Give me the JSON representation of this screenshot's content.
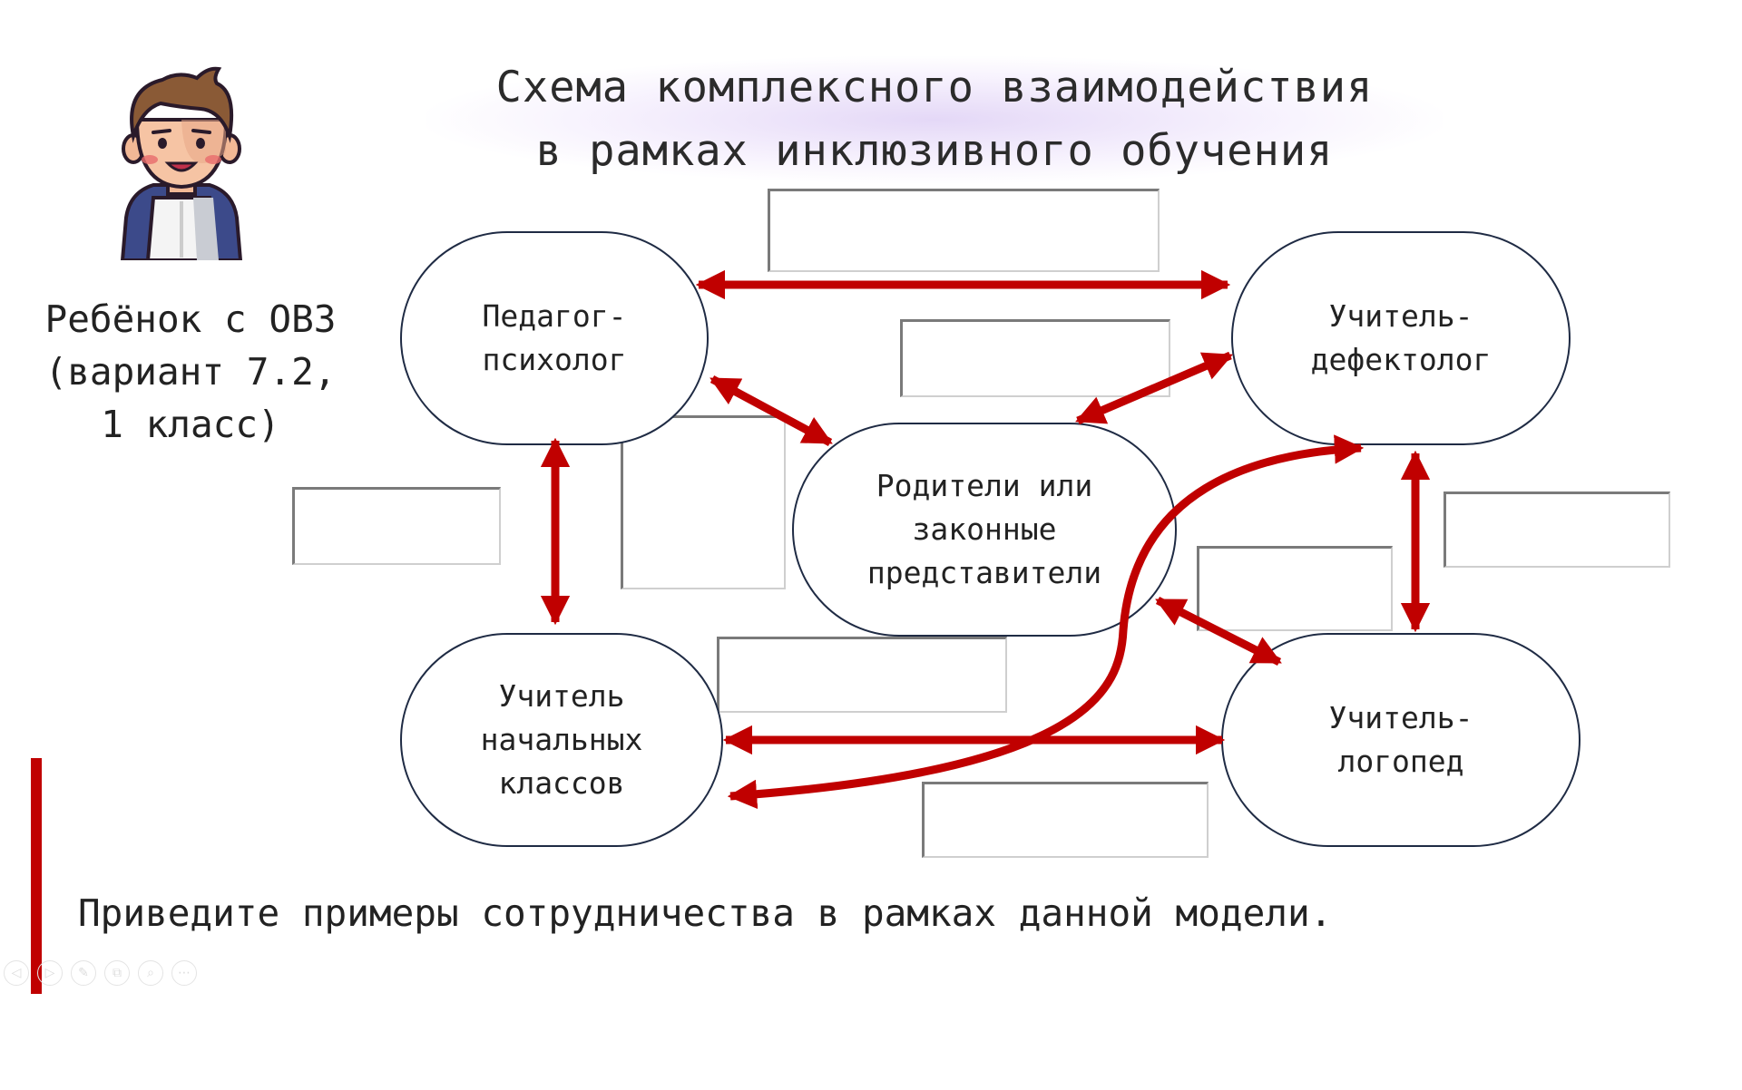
{
  "title": {
    "line1": "Схема комплексного взаимодействия",
    "line2": "в рамках инклюзивного обучения"
  },
  "child": {
    "avatar": "boy-with-backpack-avatar",
    "line1": "Ребёнок с ОВЗ",
    "line2": "(вариант 7.2,",
    "line3": "1 класс)"
  },
  "nodes": {
    "psychologist": {
      "line1": "Педагог-",
      "line2": "психолог"
    },
    "defectologist": {
      "line1": "Учитель-",
      "line2": "дефектолог"
    },
    "parents": {
      "line1": "Родители или",
      "line2": "законные",
      "line3": "представители"
    },
    "primary_teacher": {
      "line1": "Учитель",
      "line2": "начальных",
      "line3": "классов"
    },
    "speech_therapist": {
      "line1": "Учитель-",
      "line2": "логопед"
    }
  },
  "question": "Приведите примеры сотрудничества в рамках данной модели.",
  "toolbar": {
    "buttons": [
      {
        "icon": "previous-icon",
        "glyph": "◁"
      },
      {
        "icon": "next-icon",
        "glyph": "▷"
      },
      {
        "icon": "pen-icon",
        "glyph": "✎"
      },
      {
        "icon": "slides-icon",
        "glyph": "⧉"
      },
      {
        "icon": "zoom-icon",
        "glyph": "⌕"
      },
      {
        "icon": "more-icon",
        "glyph": "⋯"
      }
    ]
  },
  "colors": {
    "arrow": "#c00000",
    "node_border": "#1f2b44",
    "title_glow": "#cfb8f0"
  }
}
